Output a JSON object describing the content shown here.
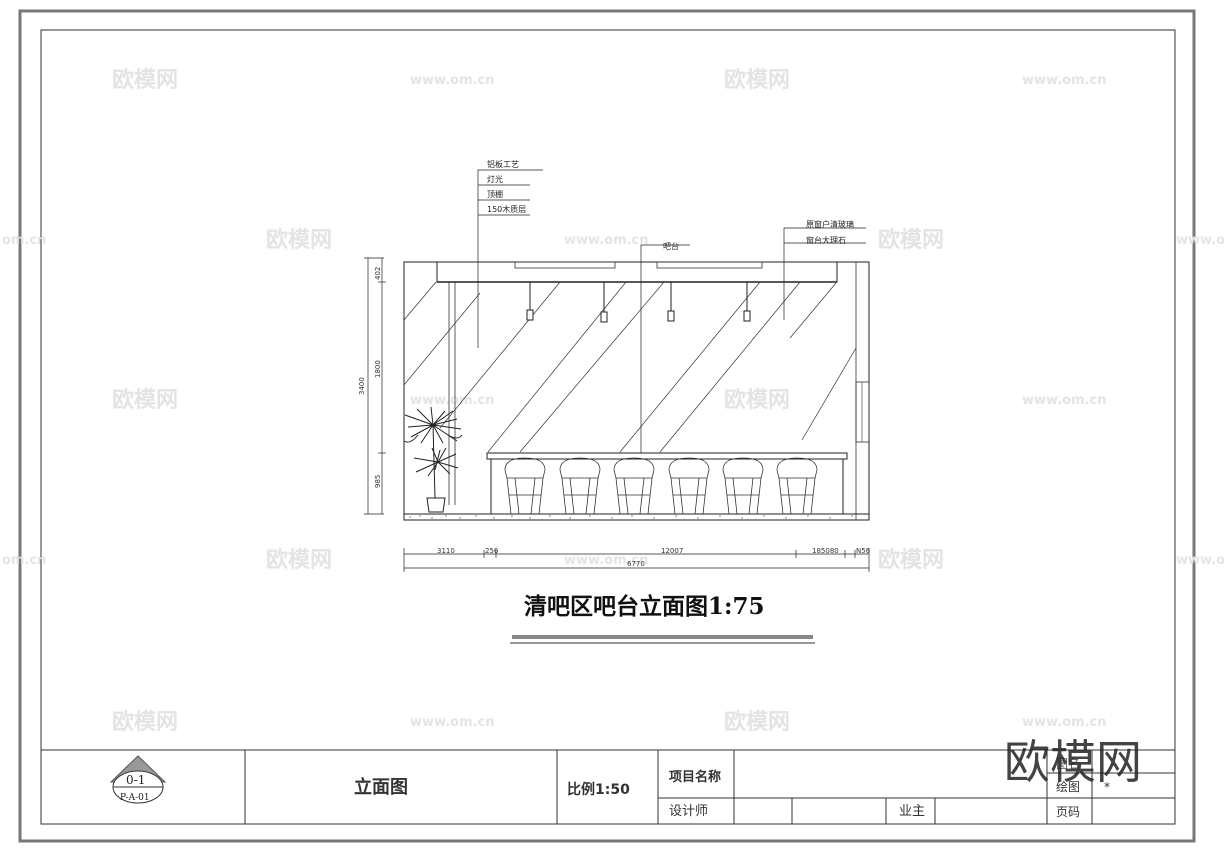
{
  "drawing": {
    "title": "清吧区吧台立面图1:75",
    "annotations_left": [
      "铝板工艺",
      "灯光",
      "顶棚",
      "150木质层"
    ],
    "annotation_bar": "吧台",
    "annotations_right": [
      "原窗户清玻璃",
      "窗台大理石"
    ],
    "dims_vertical": {
      "total": "3400",
      "top": "402",
      "middle": "1800",
      "bottom": "985"
    },
    "dims_horizontal": {
      "d1": "3110",
      "d2": "256",
      "d3": "12007",
      "d4": "185080",
      "d5": "N56",
      "total": "6770"
    }
  },
  "title_block": {
    "symbol_top": "0-1",
    "symbol_bottom": "P-A-01",
    "drawing_name": "立面图",
    "scale": "比例1:50",
    "project_label": "项目名称",
    "designer_label": "设计师",
    "owner_label": "业主",
    "sheet_label": "图名",
    "drawn_label": "绘图",
    "drawn_value": "*",
    "page_label": "页码"
  },
  "watermarks": {
    "brand": "欧模网",
    "url": "www.om.cn",
    "url_partial": "om.cn",
    "url_edge": "www.o"
  }
}
